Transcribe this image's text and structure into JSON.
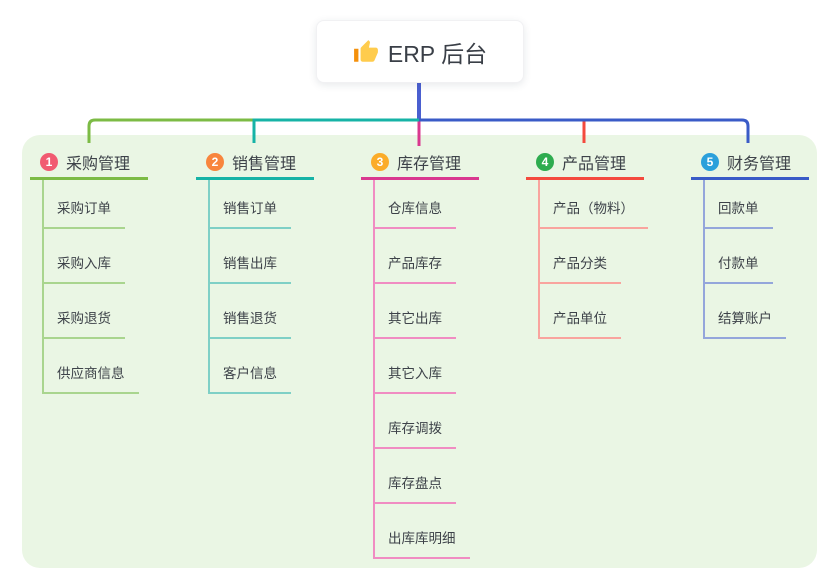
{
  "root": {
    "label": "ERP 后台",
    "icon": "thumbs-up-icon"
  },
  "colors": {
    "panel_background": "#EAF6E4",
    "stem": "#4A5FD0",
    "text": "#3D4249",
    "root_background": "#FFFFFF"
  },
  "branches": [
    {
      "number": "1",
      "label": "采购管理",
      "badge_color": "#F15B71",
      "line_color": "#7CBB45",
      "sub_line_color": "#A9D58E",
      "children": [
        "采购订单",
        "采购入库",
        "采购退货",
        "供应商信息"
      ]
    },
    {
      "number": "2",
      "label": "销售管理",
      "badge_color": "#F8853D",
      "line_color": "#16B3A6",
      "sub_line_color": "#7FD0C6",
      "children": [
        "销售订单",
        "销售出库",
        "销售退货",
        "客户信息"
      ]
    },
    {
      "number": "3",
      "label": "库存管理",
      "badge_color": "#FBAC29",
      "line_color": "#D9388F",
      "sub_line_color": "#F08CC2",
      "children": [
        "仓库信息",
        "产品库存",
        "其它出库",
        "其它入库",
        "库存调拨",
        "库存盘点",
        "出库库明细"
      ]
    },
    {
      "number": "4",
      "label": "产品管理",
      "badge_color": "#2EAC4F",
      "line_color": "#F44A3E",
      "sub_line_color": "#F9A49E",
      "children": [
        "产品（物料）",
        "产品分类",
        "产品单位"
      ]
    },
    {
      "number": "5",
      "label": "财务管理",
      "badge_color": "#2BA0DB",
      "line_color": "#3A5BC7",
      "sub_line_color": "#94A6DB",
      "children": [
        "回款单",
        "付款单",
        "结算账户"
      ]
    }
  ]
}
